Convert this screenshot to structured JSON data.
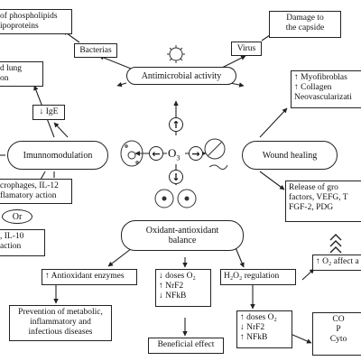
{
  "center": {
    "label": "O3"
  },
  "nodes": {
    "antimicrobial": "Antimicrobial activity",
    "immunomodulation": "Imunnomodulation",
    "wound_healing": "Wound healing",
    "oxidant_balance": "Oxidant-antioxidant\nbalance"
  },
  "boxes": {
    "phospholipids": "of phospholipids\nipoproteins",
    "bacterias": "Bacterias",
    "virus": "Virus",
    "capside": "Damage to\nthe capside",
    "lung": "d lung\non",
    "ige": "↓ IgE",
    "myofibro": "↑ Myofibroblas\n↑ Collagen\nNeovascularizati",
    "macrophages": "crophages, IL-12\nflamatory action",
    "or_label": "Or",
    "il10": ", IL-10\naction",
    "growth": "Release of gro\nfactors, VEFG, T\nFGF-2, PDG",
    "antiox_enzymes": "↑ Antioxidant enzymes",
    "doses_low": "↓ doses O₂\n↑ NrF2\n↓ NFkB",
    "h2o2": "H₂O₂ regulation",
    "o2_affect": "↑ O₂ affect a",
    "prevention": "Prevention of metabolic,\ninflammatory and\ninfectious diseases",
    "beneficial": "Beneficial effect",
    "doses_high": "↑ doses O₂\n↓ NrF2\n↑ NFkB",
    "cutoff_br": "CO\nP\nCyto"
  },
  "direction_icons": {
    "up": "↑",
    "down": "↓",
    "left": "←",
    "right": "→"
  }
}
